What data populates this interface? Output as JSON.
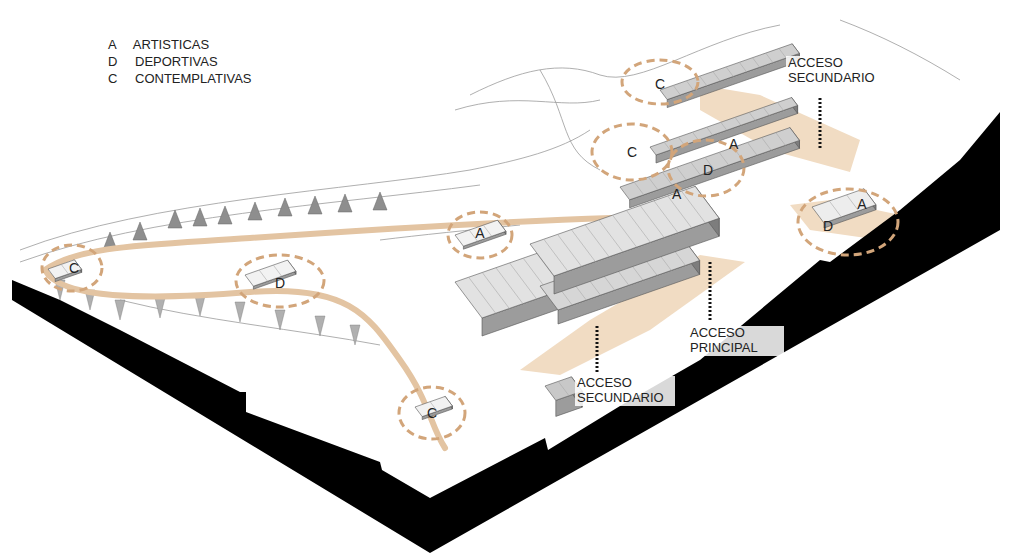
{
  "diagram": {
    "nodes": [
      {
        "text": [
          "C"
        ]
      },
      {
        "text": [
          "C"
        ]
      },
      {
        "text": [
          "D"
        ]
      },
      {
        "text": [
          "A",
          "D"
        ]
      },
      {
        "text": [
          "A"
        ]
      },
      {
        "text": [
          "C"
        ]
      },
      {
        "text": [
          "D"
        ]
      },
      {
        "text": [
          "C"
        ]
      }
    ],
    "labels": [
      "A",
      "A",
      "ACCESO SECUNDARIO",
      "ACCESO PRINCIPAL",
      "ACCESO SECUNDARIO"
    ],
    "legend": [
      {
        "text": "A ARTISTICAS"
      },
      {
        "text": "D DEPORTIVAS"
      },
      {
        "text": "C CONTEMPLATIVAS"
      }
    ]
  }
}
